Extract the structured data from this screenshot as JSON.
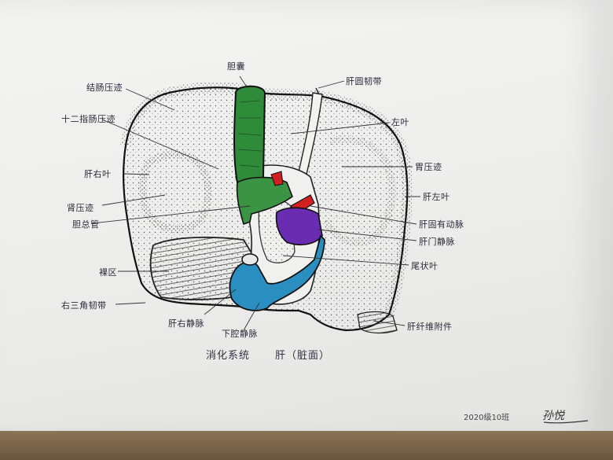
{
  "labels": {
    "gallbladder": "胆囊",
    "round_ligament": "肝圆韧带",
    "colic_impression": "结肠压迹",
    "left_lobe": "左叶",
    "duodenal_impression": "十二指肠压迹",
    "gastric_impression": "胃压迹",
    "right_lobe": "肝右叶",
    "left_lobe_liver": "肝左叶",
    "renal_impression": "肾压迹",
    "hepatic_artery": "肝固有动脉",
    "common_bile_duct": "胆总管",
    "portal_vein": "肝门静脉",
    "caudate_lobe": "尾状叶",
    "bare_area": "裸区",
    "right_triangular_ligament": "右三角韧带",
    "hepatic_vein": "肝右静脉",
    "ivc": "下腔静脉",
    "fibrous_appendix": "肝纤维附件"
  },
  "caption": {
    "system": "消化系统",
    "organ": "肝（脏面）"
  },
  "footer": {
    "date": "2020级10班",
    "signature": "孙悦"
  },
  "colors": {
    "gallbladder": "#2f8a3a",
    "artery": "#d02020",
    "portal_vein": "#6a2cb0",
    "ivc": "#2a8fc0",
    "outline": "#1a1a1a"
  }
}
